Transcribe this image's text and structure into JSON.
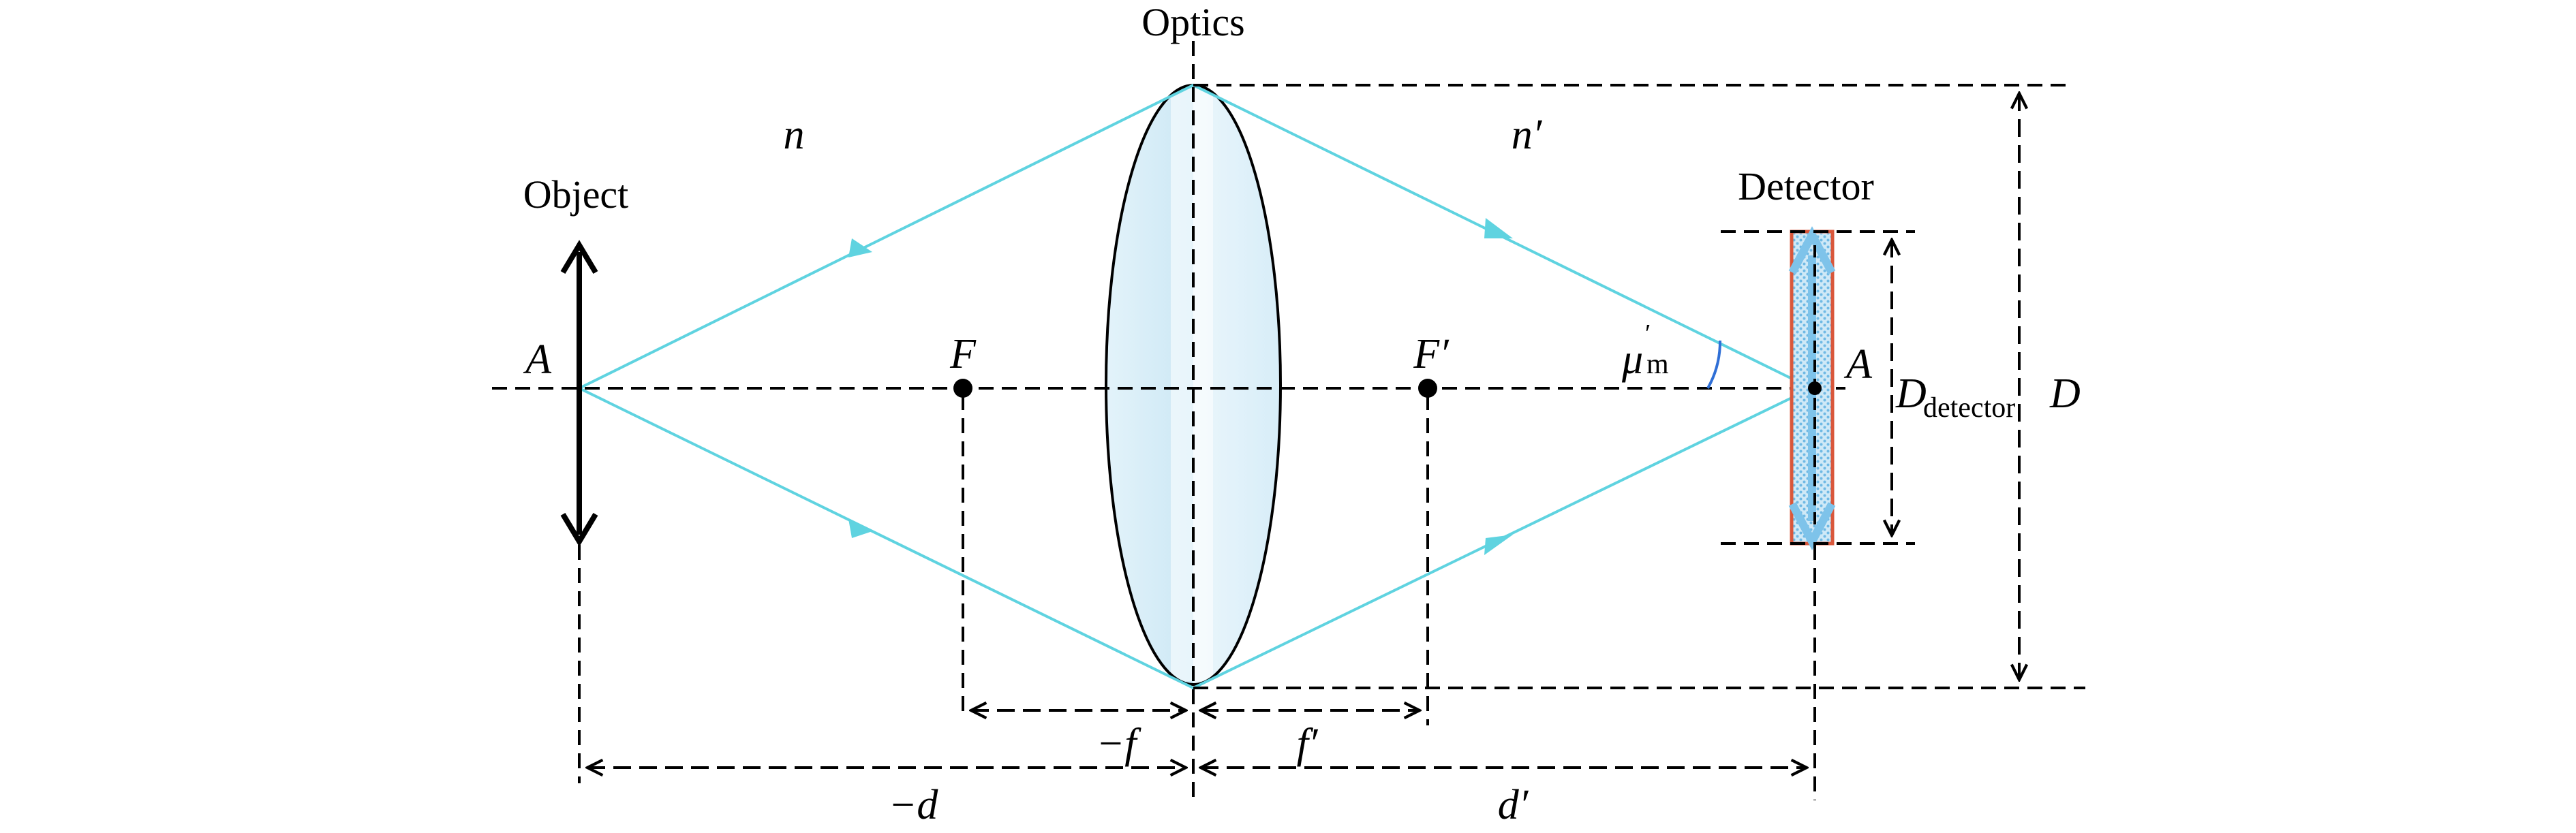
{
  "labels": {
    "optics": "Optics",
    "object": "Object",
    "detector": "Detector",
    "n": "n",
    "n_prime": "n′",
    "A_object": "A",
    "A_image": "A",
    "F": "F",
    "F_prime": "F′",
    "mu_main": "μ",
    "mu_prime_mark": "′",
    "mu_sub": "m",
    "D_detector_main": "D",
    "D_detector_sub": "detector",
    "D": "D",
    "minus_f": "−f",
    "f_prime": "f′",
    "minus_d": "−d",
    "d_prime": "d′"
  },
  "colors": {
    "ray": "#5fd3e0",
    "lens_fill_dark": "#bfe3f3",
    "lens_fill_light": "#eef8fc",
    "detector_border": "#d9573b",
    "detector_fill": "#a9d8ef",
    "detector_arrow": "#7ec3ea",
    "angle_arc": "#2f6fd6",
    "line": "#000000"
  },
  "icons": {
    "object_arrow": "double-headed-arrow",
    "ray_direction": "triangle-arrowhead",
    "focal_point": "filled-dot"
  }
}
